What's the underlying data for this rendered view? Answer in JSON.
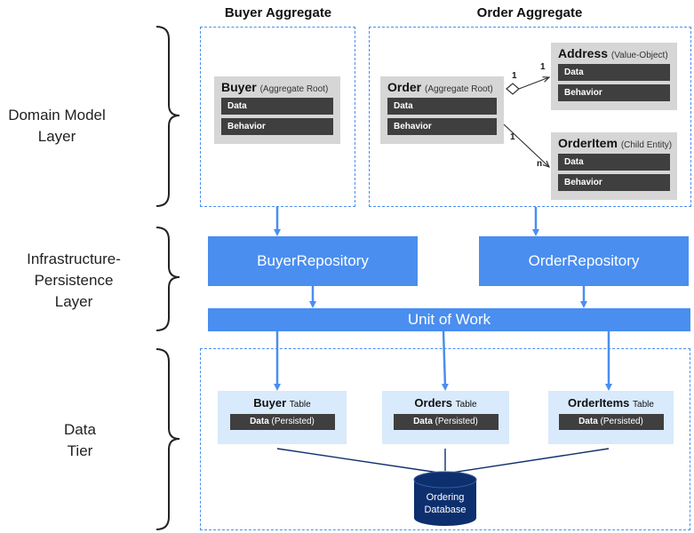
{
  "layers": {
    "domain": [
      "Domain Model",
      "Layer"
    ],
    "infra": [
      "Infrastructure-",
      "Persistence",
      "Layer"
    ],
    "data": [
      "Data",
      "Tier"
    ]
  },
  "aggregates": {
    "buyer_title": "Buyer Aggregate",
    "order_title": "Order Aggregate"
  },
  "entities": {
    "buyer": {
      "name": "Buyer",
      "role": "(Aggregate Root)",
      "data": "Data",
      "behavior": "Behavior"
    },
    "order": {
      "name": "Order",
      "role": "(Aggregate Root)",
      "data": "Data",
      "behavior": "Behavior"
    },
    "address": {
      "name": "Address",
      "role": "(Value-Object)",
      "data": "Data",
      "behavior": "Behavior"
    },
    "orderitem": {
      "name": "OrderItem",
      "role": "(Child Entity)",
      "data": "Data",
      "behavior": "Behavior"
    }
  },
  "relations": {
    "order_address_from": "1",
    "order_address_to": "1",
    "order_item_from": "1",
    "order_item_to": "n"
  },
  "repositories": {
    "buyer": "BuyerRepository",
    "order": "OrderRepository",
    "unit_of_work": "Unit of Work"
  },
  "tables": {
    "buyer": {
      "name": "Buyer",
      "suffix": "Table",
      "data": "Data",
      "persisted": "(Persisted)"
    },
    "orders": {
      "name": "Orders",
      "suffix": "Table",
      "data": "Data",
      "persisted": "(Persisted)"
    },
    "orderitems": {
      "name": "OrderItems",
      "suffix": "Table",
      "data": "Data",
      "persisted": "(Persisted)"
    }
  },
  "database": {
    "line1": "Ordering",
    "line2": "Database"
  },
  "colors": {
    "accent": "#4a8ef0",
    "entity_bg": "#d6d6d6",
    "bar_bg": "#3f3f3f",
    "table_bg": "#d8eafb",
    "db": "#0d2f6e"
  }
}
